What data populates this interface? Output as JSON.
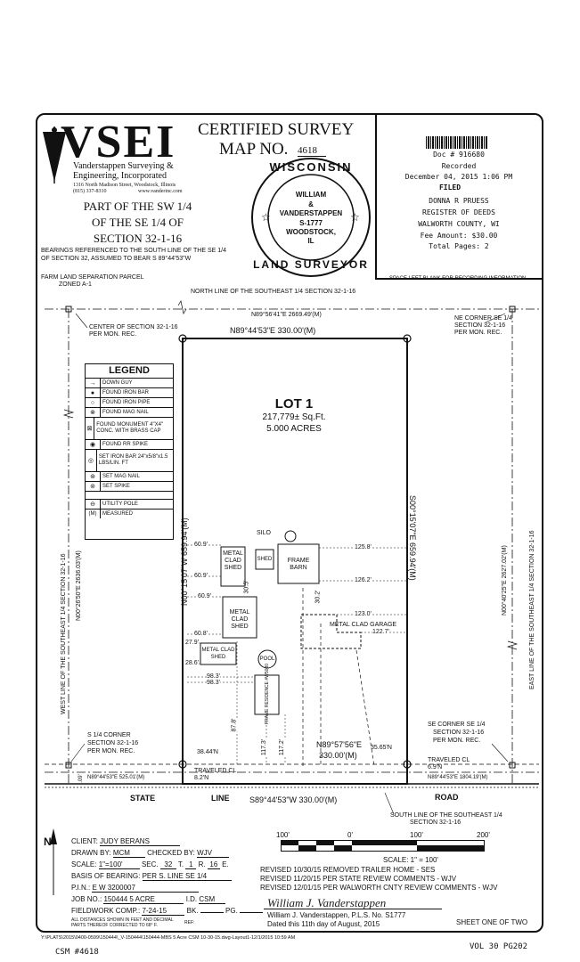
{
  "company": {
    "logo_text": "VSEI",
    "name_line1": "Vanderstappen Surveying &",
    "name_line2": "Engineering, Incorporated",
    "address": "1316 North Madison Street, Woodstock, Illinois",
    "phone": "(815) 337-8310",
    "web": "www.vanderinc.com"
  },
  "title": {
    "line1": "CERTIFIED SURVEY",
    "line2": "MAP NO.",
    "map_no": "4618",
    "part1": "PART OF THE SW 1/4",
    "part2": "OF THE SE 1/4 OF",
    "part3": "SECTION 32-1-16"
  },
  "seal": {
    "top": "WISCONSIN",
    "l1": "WILLIAM",
    "l2": "&",
    "l3": "VANDERSTAPPEN",
    "l4": "S-1777",
    "l5": "WOODSTOCK,",
    "l6": "IL",
    "bottom": "LAND SURVEYOR"
  },
  "recording": {
    "doc": "Doc # 916680",
    "recorded": "Recorded",
    "date": "December 04, 2015 1:06 PM",
    "filed": "FILED",
    "name": "DONNA R PRUESS",
    "office": "REGISTER OF DEEDS",
    "county": "WALWORTH COUNTY, WI",
    "fee": "Fee Amount: $30.00",
    "pages": "Total Pages: 2",
    "blank_note": "SPACE LEFT BLANK FOR RECORDING INFORMATION"
  },
  "bearings_note1": "BEARINGS REFERENCED TO THE SOUTH LINE OF THE SE 1/4",
  "bearings_note2": "OF SECTION 32, ASSUMED TO BEAR S 89°44'53\"W",
  "farm_note1": "FARM LAND SEPARATION PARCEL",
  "farm_note2": "ZONED A-1",
  "labels": {
    "north_line": "NORTH LINE OF THE SOUTHEAST 1/4 SECTION 32-1-16",
    "north_bearing_total": "N89°56'41\"E 2669.49'(M)",
    "north_bearing": "N89°44'53\"E 330.00'(M)",
    "center1": "CENTER OF SECTION 32-1-16",
    "center2": "PER MON. REC.",
    "ne1": "NE CORNER SE 1/4",
    "ne2": "SECTION 32-1-16",
    "ne3": "PER MON. REC.",
    "west_line": "WEST LINE OF THE SOUTHEAST 1/4 SECTION 32-1-16",
    "west_bearing": "N00°26'50\"E 2636.03'(M)",
    "lot_west": "N00°15'07\"W 659.94'(M)",
    "lot_east": "S00°15'07\"E 659.94'(M)",
    "east_line": "EAST LINE OF THE SOUTHEAST 1/4 SECTION 32-1-16",
    "east_bearing": "N00°40'25\"E 2627.02'(M)",
    "lot_title": "LOT 1",
    "lot_sqft": "217,779± Sq.Ft.",
    "lot_acres": "5.000 ACRES",
    "silo": "SILO",
    "frame_barn1": "FRAME",
    "frame_barn2": "BARN",
    "shed_small": "SHED",
    "shed1a": "METAL",
    "shed1b": "CLAD",
    "shed1c": "SHED",
    "shed2a": "METAL",
    "shed2b": "CLAD",
    "shed2c": "SHED",
    "shed3a": "METAL CLAD",
    "shed3b": "SHED",
    "garage": "METAL CLAD GARAGE",
    "pool": "POOL",
    "residence": "FRAME RESIDENCE #W5030",
    "d_60_9a": "60.9'",
    "d_60_9b": "60.9'",
    "d_60_9c": "60.9'",
    "d_60_8": "60.8'",
    "d_27_9": "27.9'",
    "d_28_6": "28.6'",
    "d_98_3a": "98.3'",
    "d_98_3b": "98.3'",
    "d_30_5": "30.5'",
    "d_125_8": "125.8'",
    "d_126_2": "126.2'",
    "d_123_0": "123.0'",
    "d_122_7": "122.7'",
    "d_30_2": "30.2'",
    "d_87_8": "87.8'",
    "d_117_3": "117.3'",
    "d_117_2": "117.2'",
    "d_38_44": "38.44'N",
    "d_35_65": "35.65'N",
    "s_quarter1": "S 1/4 CORNER",
    "s_quarter2": "SECTION 32-1-16",
    "s_quarter3": "PER MON. REC.",
    "se1": "SE CORNER SE 1/4",
    "se2": "SECTION 32-1-16",
    "se3": "PER MON. REC.",
    "traveled_cl_l": "TRAVELED CL",
    "traveled_cl_l2": "8.2'N",
    "traveled_cl_r": "TRAVELED CL",
    "traveled_cl_r2": "6.9'N",
    "inner_bearing1": "N89°57'56\"E",
    "inner_bearing2": "330.00'(M)",
    "road_left": "N89°44'53\"E 525.01'(M)",
    "road_right": "N89°44'53\"E 1804.19'(M)",
    "road_offset": ".09'",
    "state": "STATE",
    "line": "LINE",
    "road": "ROAD",
    "south_bearing": "S89°44'53\"W 330.00'(M)",
    "south_line1": "SOUTH LINE OF THE SOUTHEAST 1/4",
    "south_line2": "SECTION 32-1-16"
  },
  "legend": {
    "title": "LEGEND",
    "items": [
      {
        "sym": "→",
        "label": "DOWN GUY"
      },
      {
        "sym": "●",
        "label": "FOUND IRON BAR"
      },
      {
        "sym": "○",
        "label": "FOUND IRON PIPE"
      },
      {
        "sym": "⊗",
        "label": "FOUND MAG NAIL"
      },
      {
        "sym": "⊠",
        "label": "FOUND MONUMENT 4\"X4\" CONC. WITH BRASS CAP"
      },
      {
        "sym": "◉",
        "label": "FOUND RR SPIKE"
      },
      {
        "sym": "◎",
        "label": "SET IRON BAR 24\"x5/8\"x1.5 LBS/LIN. FT"
      },
      {
        "sym": "⊛",
        "label": "SET MAG NAIL"
      },
      {
        "sym": "⊚",
        "label": "SET SPIKE"
      },
      {
        "sym": "⊖",
        "label": "UTILITY POLE"
      },
      {
        "sym": "(M)",
        "label": "MEASURED"
      }
    ]
  },
  "scale": {
    "t0": "100'",
    "t1": "0'",
    "t2": "100'",
    "t3": "200'",
    "label": "SCALE: 1\" = 100'"
  },
  "revisions": [
    "REVISED 10/30/15 REMOVED TRAILER HOME - SES",
    "REVISED 11/20/15 PER STATE REVIEW COMMENTS - WJV",
    "REVISED 12/01/15 PER WALWORTH CNTY REVIEW COMMENTS - WJV"
  ],
  "titleblock": {
    "client_l": "CLIENT:",
    "client": "JUDY BERANS",
    "drawn_l": "DRAWN BY:",
    "drawn": "MCM",
    "checked_l": "CHECKED BY:",
    "checked": "WJV",
    "scale_l": "SCALE:",
    "scale": "1\"=100'",
    "sec_l": "SEC.",
    "sec": "32",
    "t_l": "T.",
    "t": "1",
    "r_l": "R.",
    "r": "16",
    "e": "E.",
    "basis_l": "BASIS OF BEARING:",
    "basis": "PER S. LINE SE 1/4",
    "pin_l": "P.I.N.:",
    "pin": "E W 3200007",
    "job_l": "JOB NO.:",
    "job": "150444 5 ACRE",
    "id_l": "I.D.",
    "id": "CSM",
    "field_l": "FIELDWORK COMP.:",
    "field": "7-24-15",
    "bk_l": "BK.",
    "pg_l": "PG.",
    "note1": "ALL DISTANCES SHOWN IN FEET AND DECIMAL",
    "note2": "PARTS THEREOF CORRECTED TO 68° F.",
    "ref_l": "REF:"
  },
  "signature": {
    "script": "William J. Vanderstappen",
    "line1": "William J. Vanderstappen, P.L.S. No. S1777",
    "line2": "Dated this 11th day of August, 2015",
    "sheet": "SHEET ONE OF TWO"
  },
  "footer": {
    "path": "Y:\\PLATS\\2015\\0400-0599\\150444\\_V-150444\\150444-MBS 5 Acre CSM 10-30-15.dwg-Layout1-12/1/2015 10:59 AM",
    "vol": "VOL 30  PG202",
    "csm": "CSM #4618"
  }
}
